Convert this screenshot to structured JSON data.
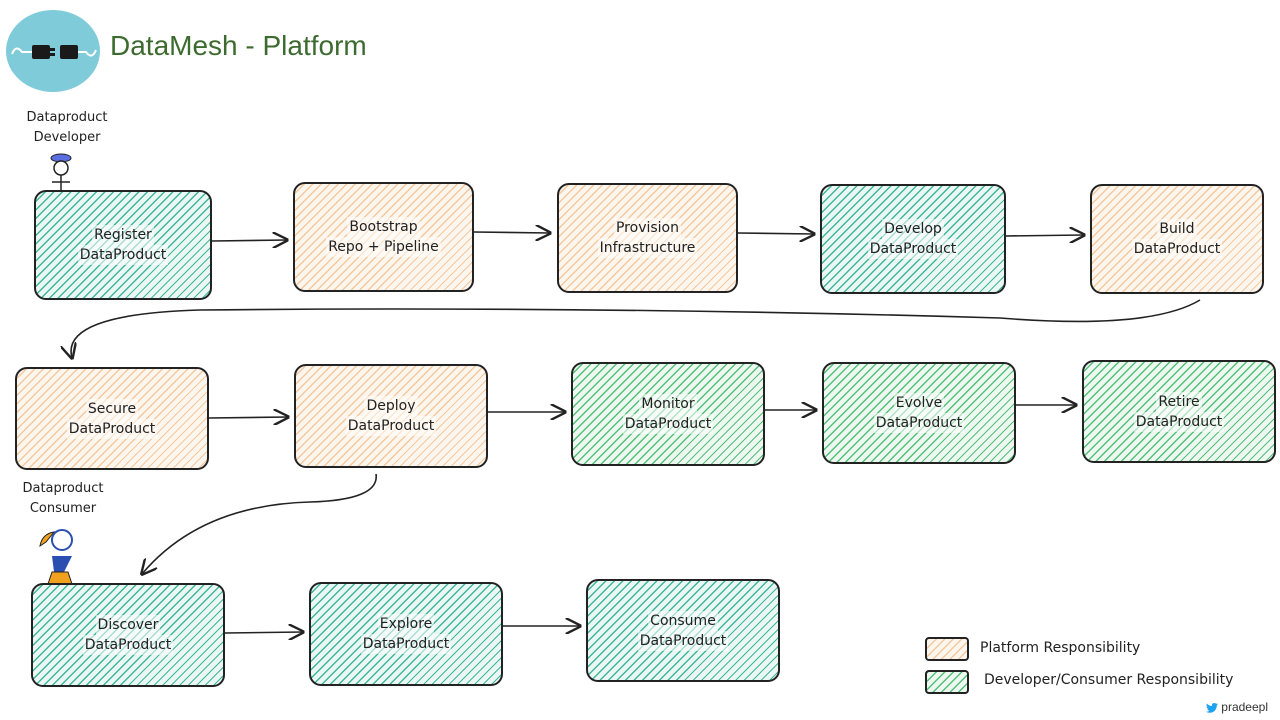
{
  "header": {
    "title": "DataMesh - Platform",
    "logo_icon": "plug-connector-icon",
    "logo_color": "#7fcbd9",
    "title_color": "#3d6b2f"
  },
  "roles": {
    "developer": {
      "line1": "Dataproduct",
      "line2": "Developer",
      "icon": "stick-figure-cap-icon"
    },
    "consumer": {
      "line1": "Dataproduct",
      "line2": "Consumer",
      "icon": "stick-figure-girl-icon"
    }
  },
  "steps": {
    "register": {
      "line1": "Register",
      "line2": "DataProduct",
      "responsibility": "developer-consumer"
    },
    "bootstrap": {
      "line1": "Bootstrap",
      "line2": "Repo + Pipeline",
      "responsibility": "platform"
    },
    "provision": {
      "line1": "Provision",
      "line2": "Infrastructure",
      "responsibility": "platform"
    },
    "develop": {
      "line1": "Develop",
      "line2": "DataProduct",
      "responsibility": "developer-consumer"
    },
    "build": {
      "line1": "Build",
      "line2": "DataProduct",
      "responsibility": "platform"
    },
    "secure": {
      "line1": "Secure",
      "line2": "DataProduct",
      "responsibility": "platform"
    },
    "deploy": {
      "line1": "Deploy",
      "line2": "DataProduct",
      "responsibility": "platform"
    },
    "monitor": {
      "line1": "Monitor",
      "line2": "DataProduct",
      "responsibility": "developer-consumer"
    },
    "evolve": {
      "line1": "Evolve",
      "line2": "DataProduct",
      "responsibility": "developer-consumer"
    },
    "retire": {
      "line1": "Retire",
      "line2": "DataProduct",
      "responsibility": "developer-consumer"
    },
    "discover": {
      "line1": "Discover",
      "line2": "DataProduct",
      "responsibility": "developer-consumer"
    },
    "explore": {
      "line1": "Explore",
      "line2": "DataProduct",
      "responsibility": "developer-consumer"
    },
    "consume": {
      "line1": "Consume",
      "line2": "DataProduct",
      "responsibility": "developer-consumer"
    }
  },
  "legend": {
    "platform": "Platform Responsibility",
    "developer": "Developer/Consumer Responsibility"
  },
  "colors": {
    "platform_fill": "#f4c9a0",
    "developer_fill_teal": "#3fb79d",
    "developer_fill_green": "#55c07a",
    "stroke": "#222222"
  },
  "credit": {
    "handle": "pradeepl",
    "icon": "twitter-bird-icon"
  }
}
